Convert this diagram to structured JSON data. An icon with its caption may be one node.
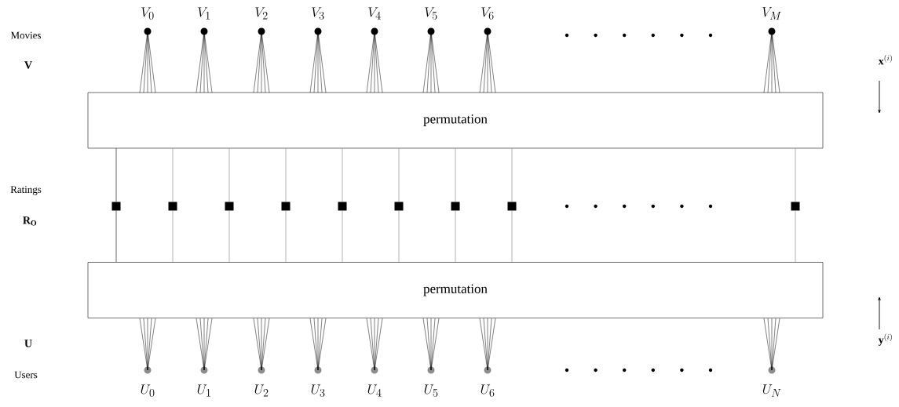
{
  "diagram": {
    "nodes": [
      {
        "text": [
          "V_0"
        ]
      },
      {
        "text": [
          "V_1"
        ]
      },
      {
        "text": [
          "V_2"
        ]
      },
      {
        "text": [
          "V_3"
        ]
      },
      {
        "text": [
          "V_4"
        ]
      },
      {
        "text": [
          "V_5"
        ]
      },
      {
        "text": [
          "V_6"
        ]
      },
      {
        "text": [
          "V_M"
        ]
      },
      {
        "text": [
          "permutation"
        ]
      },
      {
        "text": [],
        "shape": "box"
      },
      {
        "text": [],
        "shape": "box"
      },
      {
        "text": [],
        "shape": "box"
      },
      {
        "text": [],
        "shape": "box"
      },
      {
        "text": [],
        "shape": "box"
      },
      {
        "text": [],
        "shape": "box"
      },
      {
        "text": [],
        "shape": "box"
      },
      {
        "text": [],
        "shape": "box"
      },
      {
        "text": [],
        "shape": "box"
      },
      {
        "text": [
          "permutation"
        ]
      },
      {
        "text": [
          "U_0"
        ]
      },
      {
        "text": [
          "U_1"
        ]
      },
      {
        "text": [
          "U_2"
        ]
      },
      {
        "text": [
          "U_3"
        ]
      },
      {
        "text": [
          "U_4"
        ]
      },
      {
        "text": [
          "U_5"
        ]
      },
      {
        "text": [
          "U_6"
        ]
      },
      {
        "text": [
          "U_N"
        ]
      }
    ],
    "edges": [
      {
        "from": 0,
        "to": 8,
        "arrow": "none"
      },
      {
        "from": 1,
        "to": 8,
        "arrow": "none"
      },
      {
        "from": 2,
        "to": 8,
        "arrow": "none"
      },
      {
        "from": 3,
        "to": 8,
        "arrow": "none"
      },
      {
        "from": 4,
        "to": 8,
        "arrow": "none"
      },
      {
        "from": 5,
        "to": 8,
        "arrow": "none"
      },
      {
        "from": 6,
        "to": 8,
        "arrow": "none"
      },
      {
        "from": 7,
        "to": 8,
        "arrow": "none"
      },
      {
        "from": 8,
        "to": 9,
        "arrow": "none"
      },
      {
        "from": 8,
        "to": 10,
        "arrow": "none",
        "color": "#808080"
      },
      {
        "from": 8,
        "to": 11,
        "arrow": "none",
        "color": "#808080"
      },
      {
        "from": 8,
        "to": 12,
        "arrow": "none",
        "color": "#808080"
      },
      {
        "from": 8,
        "to": 13,
        "arrow": "none",
        "color": "#808080"
      },
      {
        "from": 8,
        "to": 14,
        "arrow": "none",
        "color": "#808080"
      },
      {
        "from": 8,
        "to": 15,
        "arrow": "none",
        "color": "#808080"
      },
      {
        "from": 8,
        "to": 16,
        "arrow": "none",
        "color": "#808080"
      },
      {
        "from": 8,
        "to": 17,
        "arrow": "none",
        "color": "#808080"
      },
      {
        "from": 9,
        "to": 18,
        "arrow": "none"
      },
      {
        "from": 10,
        "to": 18,
        "arrow": "none",
        "color": "#808080"
      },
      {
        "from": 11,
        "to": 18,
        "arrow": "none",
        "color": "#808080"
      },
      {
        "from": 12,
        "to": 18,
        "arrow": "none",
        "color": "#808080"
      },
      {
        "from": 13,
        "to": 18,
        "arrow": "none",
        "color": "#808080"
      },
      {
        "from": 14,
        "to": 18,
        "arrow": "none",
        "color": "#808080"
      },
      {
        "from": 15,
        "to": 18,
        "arrow": "none",
        "color": "#808080"
      },
      {
        "from": 16,
        "to": 18,
        "arrow": "none",
        "color": "#808080"
      },
      {
        "from": 17,
        "to": 18,
        "arrow": "none",
        "color": "#808080"
      },
      {
        "from": 18,
        "to": 19,
        "arrow": "none"
      },
      {
        "from": 18,
        "to": 20,
        "arrow": "none"
      },
      {
        "from": 18,
        "to": 21,
        "arrow": "none"
      },
      {
        "from": 18,
        "to": 22,
        "arrow": "none"
      },
      {
        "from": 18,
        "to": 23,
        "arrow": "none"
      },
      {
        "from": 18,
        "to": 24,
        "arrow": "none"
      },
      {
        "from": 18,
        "to": 25,
        "arrow": "none"
      },
      {
        "from": 18,
        "to": 26,
        "arrow": "none"
      }
    ],
    "labels": [
      "Movies",
      "\\mathbf{V}",
      "\\mathbf{x}^{(i)}",
      "Ratings",
      "\\mathbf{R_O}",
      "\\mathbf{U}",
      "\\mathbf{y}^{(i)}",
      "Users"
    ]
  }
}
